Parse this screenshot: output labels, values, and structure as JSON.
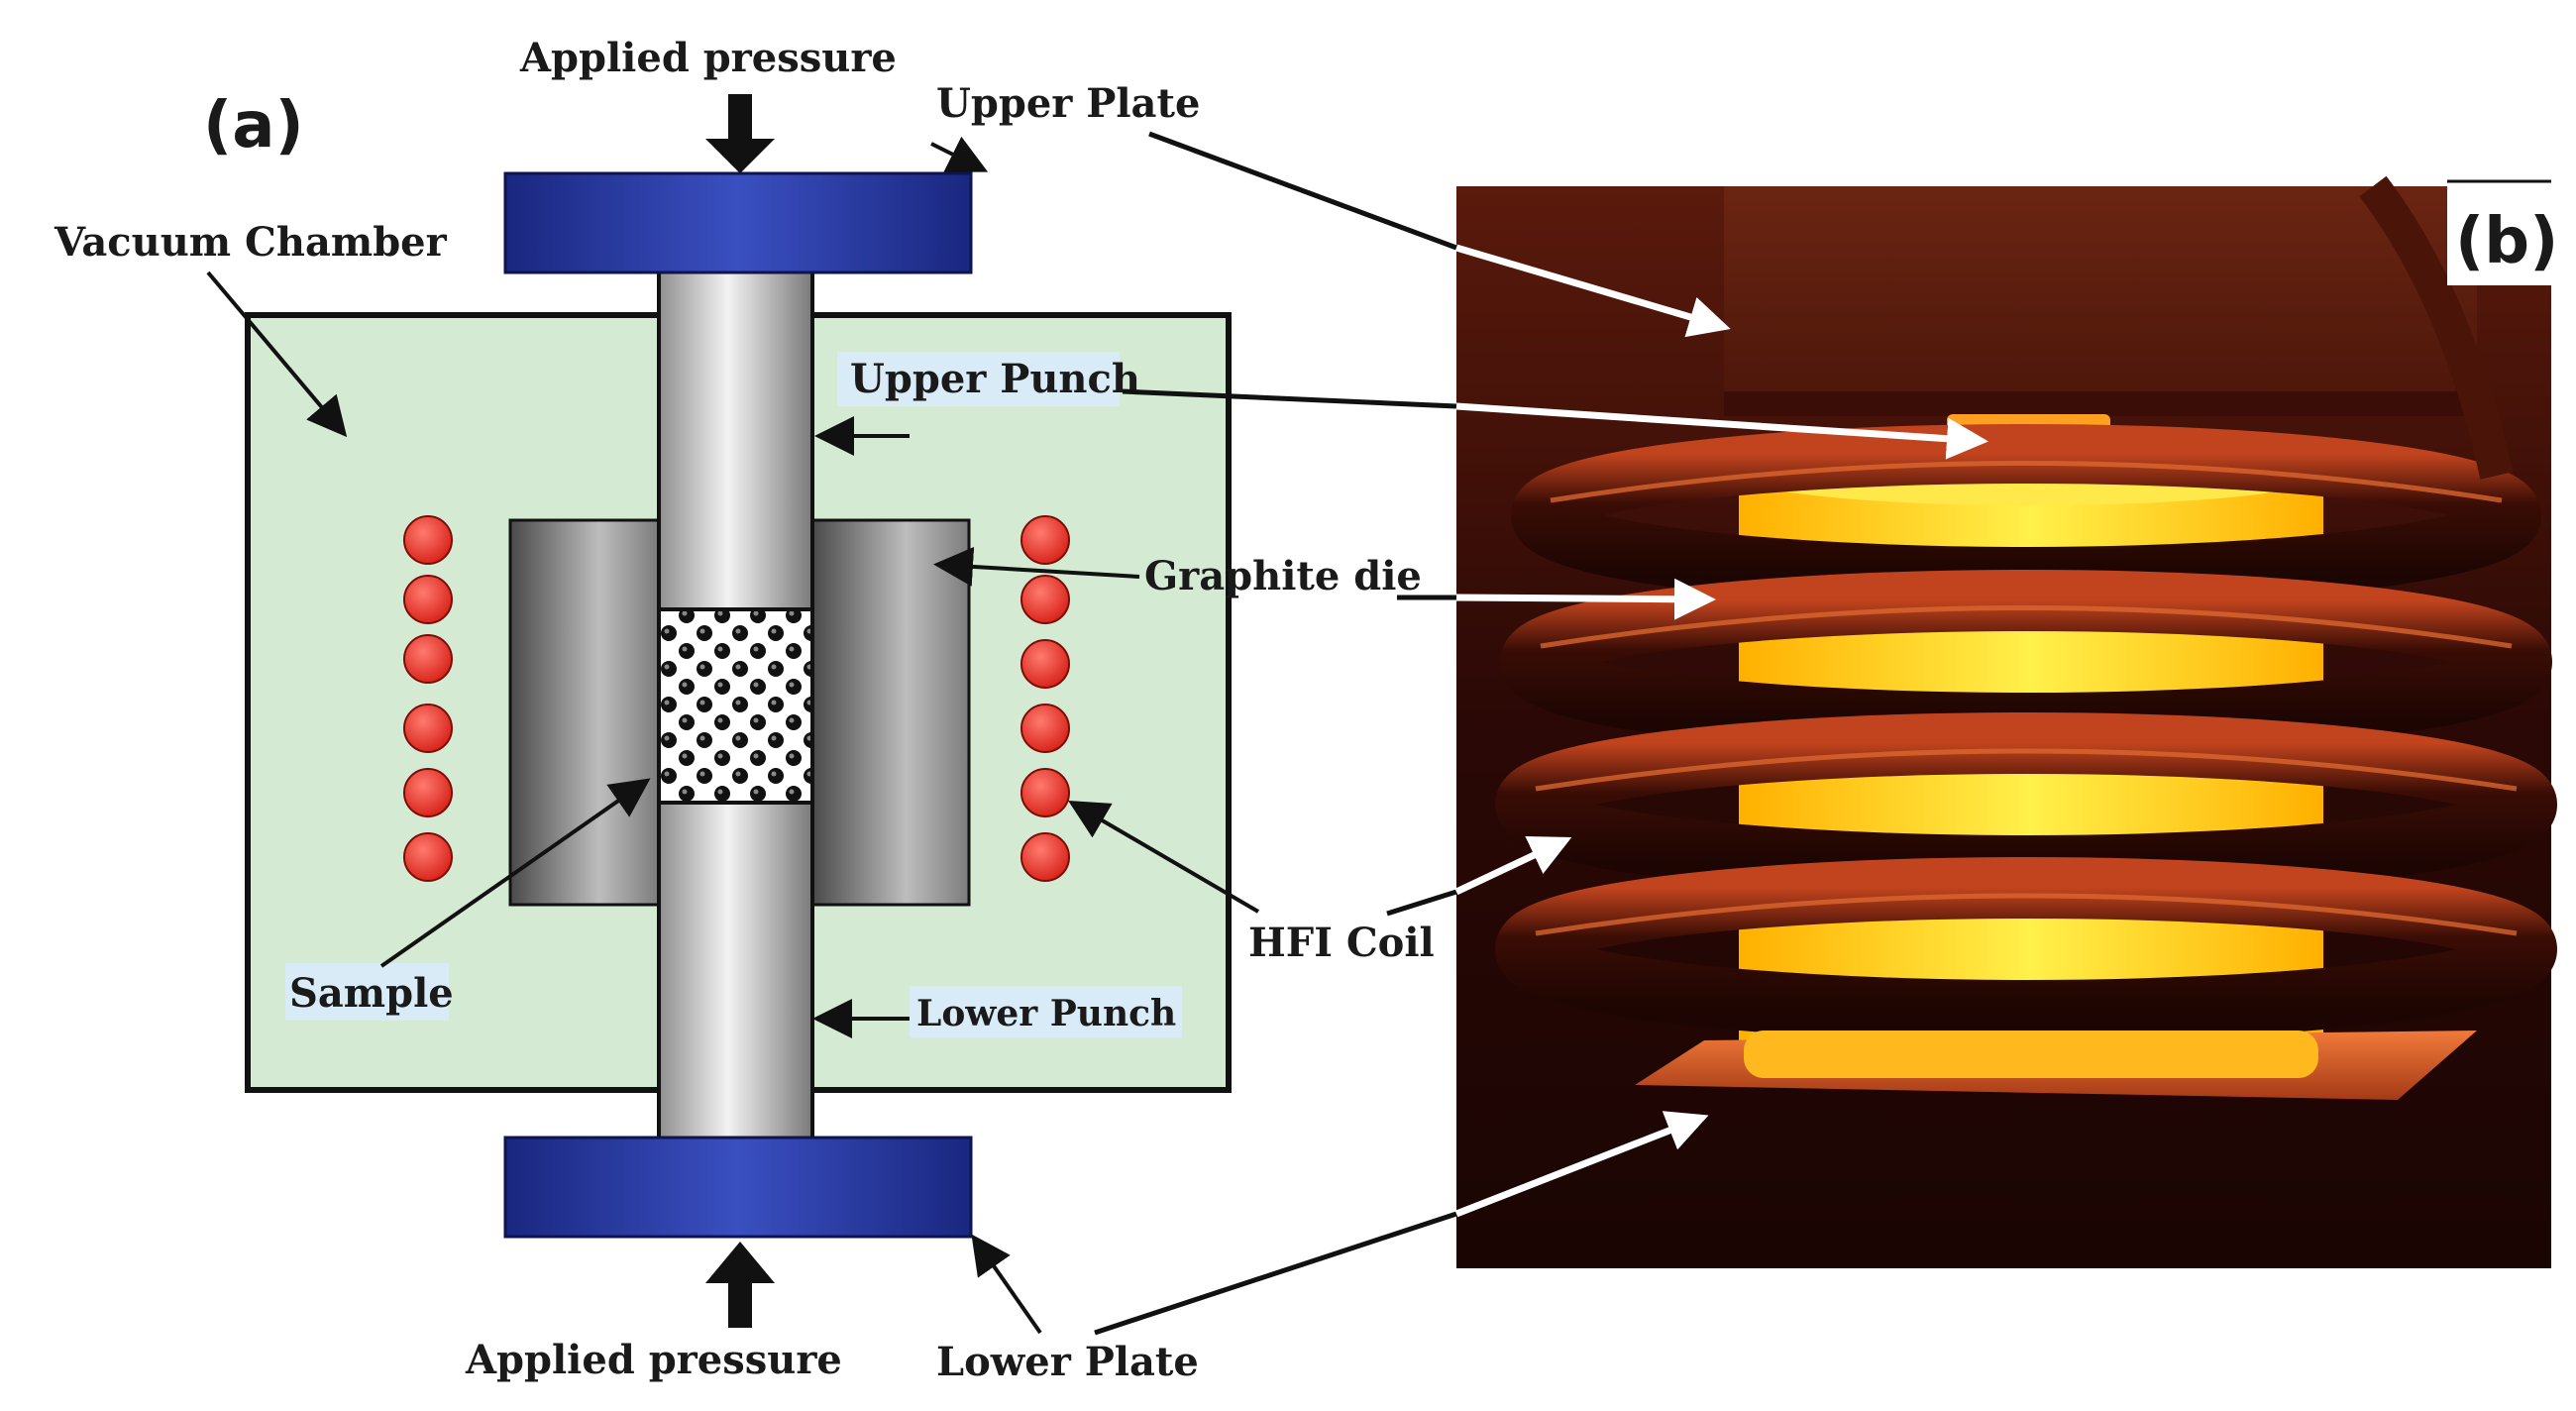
{
  "figure": {
    "panel_a": "(a)",
    "panel_b": "(b)",
    "labels": {
      "applied_pressure_top": "Applied pressure",
      "applied_pressure_bottom": "Applied pressure",
      "upper_plate": "Upper Plate",
      "lower_plate": "Lower Plate",
      "vacuum_chamber": "Vacuum Chamber",
      "upper_punch": "Upper Punch",
      "lower_punch": "Lower Punch",
      "graphite_die": "Graphite die",
      "sample": "Sample",
      "hfi_coil": "HFI Coil"
    },
    "colors": {
      "chamber_fill": "#d5ead2",
      "plate_fill": "#1f2d8f",
      "coil_dot": "#e8322a",
      "label_box": "#d9ebf7",
      "photo_glow": "#ffd21a",
      "photo_coil": "#3a0d05"
    }
  }
}
